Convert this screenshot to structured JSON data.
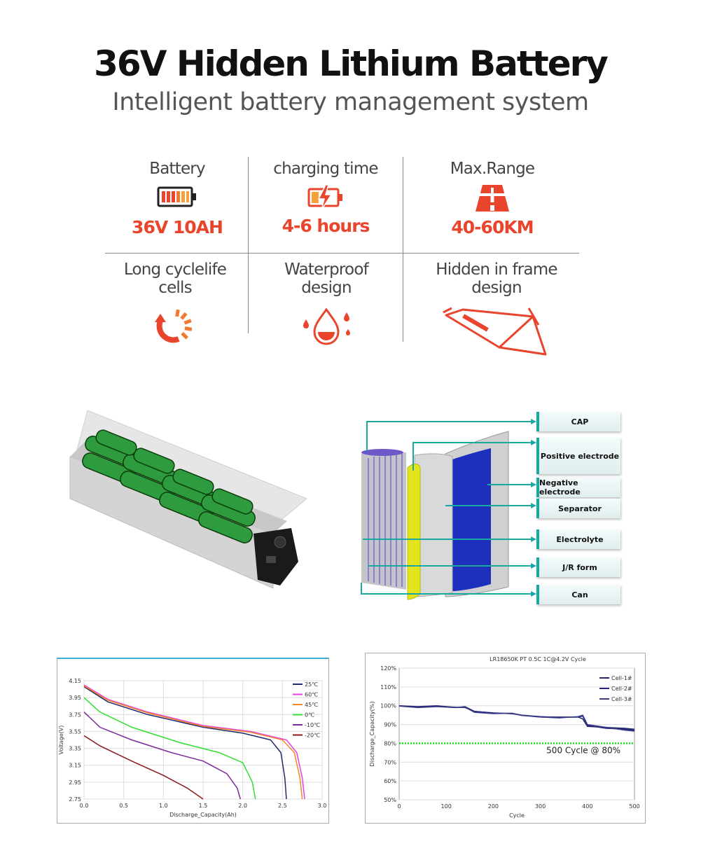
{
  "header": {
    "title": "36V Hidden Lithium Battery",
    "subtitle": "Intelligent battery management system"
  },
  "specs": [
    {
      "label": "Battery",
      "value": "36V 10AH",
      "icon": "battery-icon"
    },
    {
      "label": "charging time",
      "value": "4-6 hours",
      "icon": "charging-icon"
    },
    {
      "label": "Max.Range",
      "value": "40-60KM",
      "icon": "road-icon"
    },
    {
      "label": "Long cyclelife cells",
      "icon": "cycle-icon"
    },
    {
      "label": "Waterproof design",
      "icon": "water-drop-icon"
    },
    {
      "label": "Hidden in frame design",
      "icon": "bike-frame-icon"
    }
  ],
  "cell_structure": {
    "labels": [
      "CAP",
      "Positive electrode",
      "Negative electrode",
      "Separator",
      "Electrolyte",
      "J/R form",
      "Can"
    ]
  },
  "colors": {
    "accent": "#e8452c",
    "callout": "#1aa9a1"
  },
  "chart_data": [
    {
      "type": "line",
      "title": "",
      "xlabel": "Discharge_Capacity(Ah)",
      "ylabel": "Voltage(V)",
      "xlim": [
        0.0,
        3.0
      ],
      "ylim": [
        2.75,
        4.15
      ],
      "x_ticks": [
        "0.0",
        "0.5",
        "1.0",
        "1.5",
        "2.0",
        "2.5",
        "3.0"
      ],
      "y_ticks": [
        "4.15",
        "3.95",
        "3.75",
        "3.55",
        "3.35",
        "3.15",
        "2.95",
        "2.75"
      ],
      "legend_position": "top-right",
      "series": [
        {
          "name": "25℃",
          "color": "#1f2a6b",
          "x": [
            0,
            0.3,
            0.8,
            1.5,
            2.0,
            2.35,
            2.48,
            2.53,
            2.55
          ],
          "y": [
            4.08,
            3.9,
            3.75,
            3.6,
            3.53,
            3.45,
            3.3,
            3.0,
            2.75
          ]
        },
        {
          "name": "60℃",
          "color": "#e83ee0",
          "x": [
            0,
            0.3,
            0.8,
            1.5,
            2.1,
            2.55,
            2.68,
            2.75,
            2.78
          ],
          "y": [
            4.1,
            3.93,
            3.78,
            3.62,
            3.55,
            3.45,
            3.3,
            3.0,
            2.75
          ]
        },
        {
          "name": "45℃",
          "color": "#f0892a",
          "x": [
            0,
            0.3,
            0.8,
            1.5,
            2.1,
            2.5,
            2.65,
            2.72,
            2.75
          ],
          "y": [
            4.09,
            3.92,
            3.77,
            3.61,
            3.54,
            3.45,
            3.3,
            3.0,
            2.75
          ]
        },
        {
          "name": "0℃",
          "color": "#30e030",
          "x": [
            0,
            0.2,
            0.6,
            1.2,
            1.7,
            2.0,
            2.12,
            2.16
          ],
          "y": [
            3.95,
            3.78,
            3.6,
            3.42,
            3.3,
            3.18,
            2.95,
            2.75
          ]
        },
        {
          "name": "-10℃",
          "color": "#7b2a9a",
          "x": [
            0,
            0.2,
            0.6,
            1.1,
            1.5,
            1.8,
            1.93,
            1.97
          ],
          "y": [
            3.78,
            3.6,
            3.45,
            3.3,
            3.2,
            3.05,
            2.88,
            2.75
          ]
        },
        {
          "name": "-20℃",
          "color": "#8b1a1a",
          "x": [
            0,
            0.2,
            0.6,
            1.0,
            1.3,
            1.5
          ],
          "y": [
            3.5,
            3.38,
            3.2,
            3.03,
            2.88,
            2.75
          ]
        }
      ]
    },
    {
      "type": "line",
      "title": "LR18650K PT 0.5C 1C@4.2V Cycle",
      "xlabel": "Cycle",
      "ylabel": "Discharge_Capacity(%)",
      "xlim": [
        0,
        500
      ],
      "ylim": [
        50,
        120
      ],
      "x_ticks": [
        "0",
        "100",
        "200",
        "300",
        "400",
        "500"
      ],
      "y_ticks": [
        "120%",
        "110%",
        "100%",
        "90%",
        "80%",
        "70%",
        "60%",
        "50%"
      ],
      "legend_position": "top-right",
      "annotation": "500 Cycle @ 80%",
      "threshold": {
        "value": 80,
        "color": "#22dd22"
      },
      "series": [
        {
          "name": "Cell-1#",
          "color": "#1f2a6b",
          "x": [
            0,
            40,
            80,
            120,
            140,
            160,
            200,
            240,
            260,
            300,
            340,
            380,
            390,
            400,
            440,
            480,
            500
          ],
          "y": [
            100,
            99.5,
            100,
            99,
            99.5,
            97,
            96,
            96,
            95,
            94,
            94,
            94,
            93,
            89,
            88.5,
            88,
            87.5
          ]
        },
        {
          "name": "Cell-2#",
          "color": "#24247a",
          "x": [
            0,
            40,
            80,
            120,
            140,
            160,
            200,
            240,
            260,
            300,
            340,
            380,
            390,
            400,
            440,
            480,
            500
          ],
          "y": [
            100,
            99.2,
            99.8,
            99.2,
            99,
            97,
            96.2,
            95.7,
            95,
            94.2,
            93.8,
            94,
            94.5,
            89.5,
            88,
            87.5,
            87
          ]
        },
        {
          "name": "Cell-3#",
          "color": "#3b3b8a",
          "x": [
            0,
            40,
            80,
            120,
            140,
            160,
            200,
            240,
            260,
            300,
            340,
            380,
            390,
            400,
            440,
            480,
            500
          ],
          "y": [
            99.8,
            99,
            99.5,
            99,
            99.2,
            96.5,
            95.8,
            96,
            94.8,
            94,
            93.5,
            94.2,
            95,
            90,
            88.5,
            87,
            86.5
          ]
        }
      ]
    }
  ]
}
